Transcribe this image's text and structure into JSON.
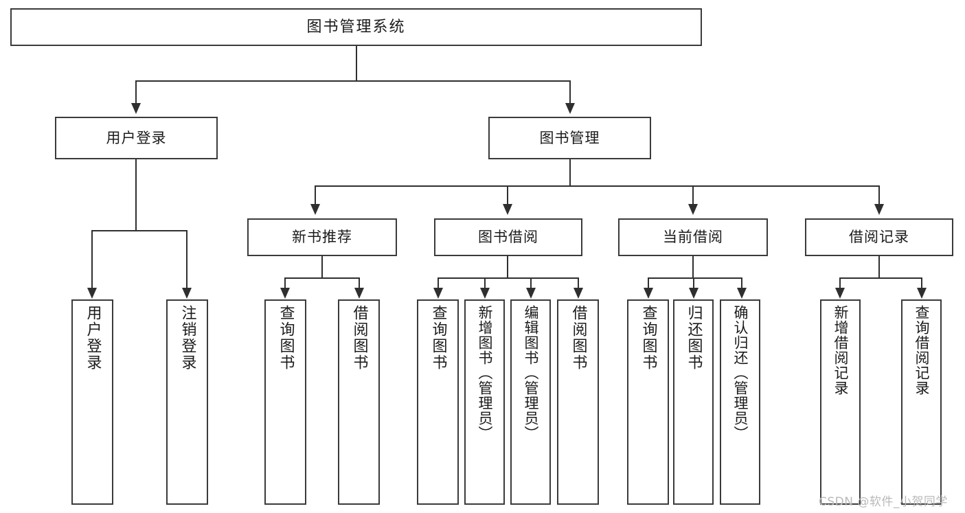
{
  "diagram": {
    "type": "tree-hierarchy-chart",
    "title": "图书管理系统",
    "background_color": "#ffffff",
    "stroke_color": "#3a3a3a",
    "text_color": "#1b1b1b"
  },
  "nodes": {
    "root": {
      "label": "图书管理系统"
    },
    "level2": [
      {
        "label": "用户登录"
      },
      {
        "label": "图书管理"
      }
    ],
    "level3": [
      {
        "label": "新书推荐"
      },
      {
        "label": "图书借阅"
      },
      {
        "label": "当前借阅"
      },
      {
        "label": "借阅记录"
      }
    ],
    "leaves_user_login": [
      {
        "label": "用户登录"
      },
      {
        "label": "注销登录"
      }
    ],
    "leaves_new_book": [
      {
        "label": "查询图书"
      },
      {
        "label": "借阅图书"
      }
    ],
    "leaves_borrow": [
      {
        "label": "查询图书"
      },
      {
        "label": "新增图书（管理员）"
      },
      {
        "label": "编辑图书（管理员）"
      },
      {
        "label": "借阅图书"
      }
    ],
    "leaves_current": [
      {
        "label": "查询图书"
      },
      {
        "label": "归还图书"
      },
      {
        "label": "确认归还（管理员）"
      }
    ],
    "leaves_records": [
      {
        "label": "新增借阅记录"
      },
      {
        "label": "查询借阅记录"
      }
    ]
  },
  "watermark": {
    "text": "CSDN @软件_小贺同学",
    "color": "#b9b9b9"
  }
}
